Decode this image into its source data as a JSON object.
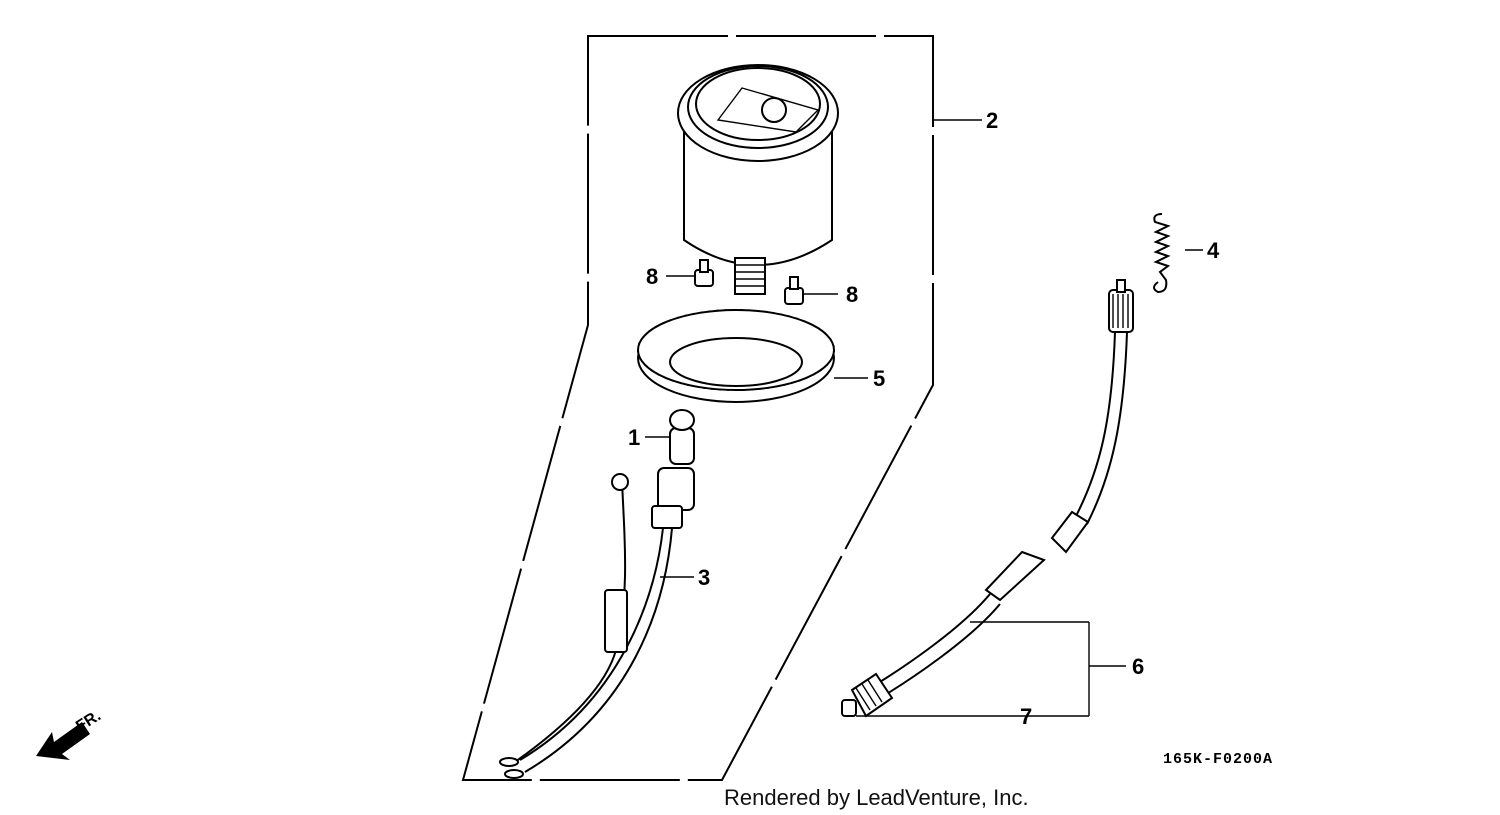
{
  "callouts": {
    "c1": "1",
    "c2": "2",
    "c3": "3",
    "c4": "4",
    "c5": "5",
    "c6": "6",
    "c7": "7",
    "c8a": "8",
    "c8b": "8"
  },
  "direction_label": "FR.",
  "diagram_code": "165K-F0200A",
  "credit": "Rendered by LeadVenture, Inc."
}
